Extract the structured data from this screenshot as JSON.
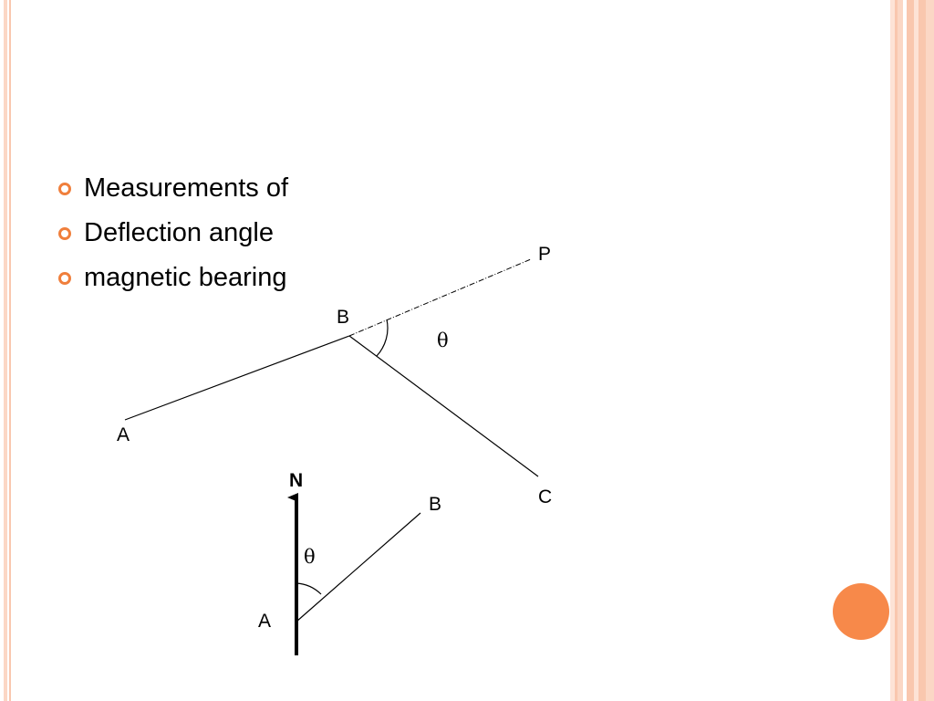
{
  "slide": {
    "bullets": [
      "Measurements of",
      "Deflection angle",
      "magnetic bearing"
    ]
  },
  "deflection_diagram": {
    "label_a": "A",
    "label_b": "B",
    "label_c": "C",
    "label_p": "P",
    "label_theta": "θ"
  },
  "bearing_diagram": {
    "label_n": "N",
    "label_a": "A",
    "label_b": "B",
    "label_theta": "θ"
  },
  "colors": {
    "accent": "#f07f3c",
    "circle": "#f7894a",
    "border": "#f9c7ae"
  }
}
